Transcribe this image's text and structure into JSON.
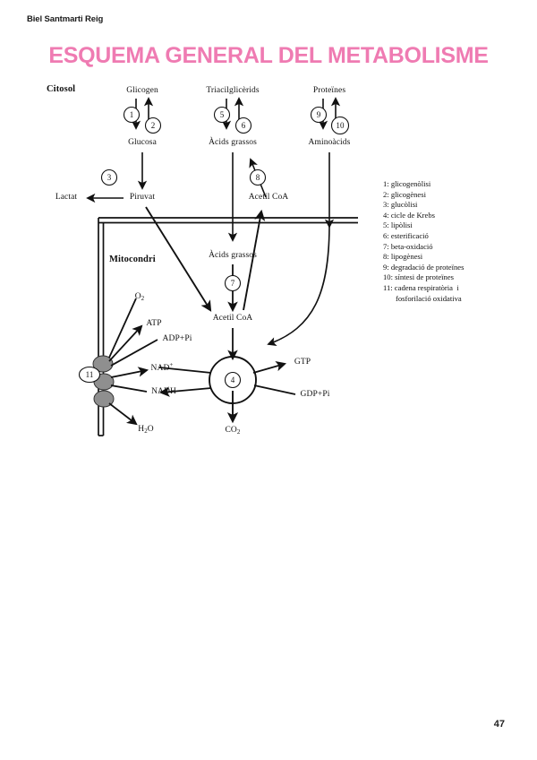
{
  "document": {
    "author_header": "Biel Santmarti Reig",
    "title": "ESQUEMA GENERAL DEL METABOLISME",
    "page_number": "47",
    "title_color": "#ef7bb2"
  },
  "diagram": {
    "compartments": {
      "cytosol": "Citosol",
      "mitochondrion": "Mitocondri"
    },
    "labels": {
      "glycogen": "Glicogen",
      "glucose": "Glucosa",
      "pyruvate": "Piruvat",
      "lactate": "Lactat",
      "triacylglycerides": "Triacilglicèrids",
      "fatty_acids_cytosol": "Àcids grassos",
      "acetyl_coa_cytosol": "Acetil CoA",
      "proteins": "Proteïnes",
      "amino_acids": "Aminoàcids",
      "fatty_acids_mito": "Àcids grassos",
      "acetyl_coa_mito": "Acetil CoA",
      "oxygen": "O",
      "oxygen_sub": "2",
      "atp": "ATP",
      "adp_pi": "ADP+Pi",
      "nad_plus": "NAD",
      "nad_plus_sup": "+",
      "nadh": "NADH",
      "water": "H",
      "water_sub": "2",
      "water_tail": "O",
      "gtp": "GTP",
      "gdp_pi": "GDP+Pi",
      "co2": "CO",
      "co2_sub": "2"
    },
    "process_numbers": {
      "n1": "1",
      "n2": "2",
      "n3": "3",
      "n4": "4",
      "n5": "5",
      "n6": "6",
      "n7": "7",
      "n8": "8",
      "n9": "9",
      "n10": "10",
      "n11": "11"
    }
  },
  "legend": {
    "items": [
      "1: glicogenòlisi",
      "2: glicogènesi",
      "3: glucòlisi",
      "4: cicle de Krebs",
      "5: lipòlisi",
      "6: esterificació",
      "7: beta-oxidació",
      "8: lipogènesi",
      "9: degradació de proteïnes",
      "10: síntesi de proteïnes",
      "11: cadena respiratòria  i",
      "fosforilació oxidativa"
    ]
  }
}
